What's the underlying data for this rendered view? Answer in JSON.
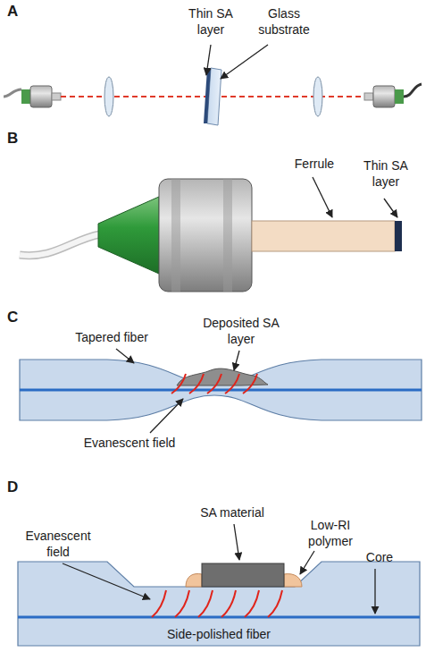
{
  "diagram": {
    "labels": [
      "A",
      "Thin SA layer",
      "Glass substrate",
      "B",
      "Ferrule",
      "Thin SA layer",
      "C",
      "Tapered fiber",
      "Deposited SA layer",
      "Evanescent field",
      "D",
      "SA material",
      "Evanescent field",
      "Low-RI polymer",
      "Core",
      "Side-polished fiber"
    ]
  }
}
